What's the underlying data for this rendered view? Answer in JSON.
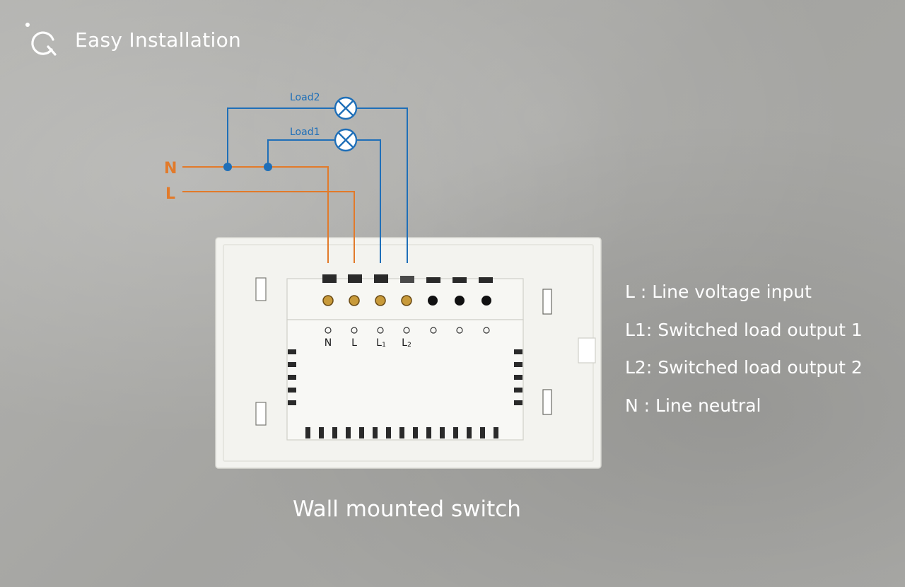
{
  "header": {
    "title": "Easy Installation",
    "icon": "installation-logo-icon"
  },
  "diagram": {
    "load2_label": "Load2",
    "load1_label": "Load1",
    "n_label": "N",
    "l_label": "L",
    "terminals": {
      "n": "N",
      "l": "L",
      "l1_main": "L",
      "l1_sub": "1",
      "l2_main": "L",
      "l2_sub": "2"
    },
    "colors": {
      "live_neutral_wire": "#e27a2a",
      "load_wire": "#1f6fb8",
      "background": "#aaaaa7",
      "switch_body": "#f3f3ef"
    }
  },
  "legend": [
    "L  : Line voltage input",
    "L1: Switched load output 1",
    "L2: Switched load output 2",
    "N : Line neutral"
  ],
  "caption": "Wall mounted switch"
}
